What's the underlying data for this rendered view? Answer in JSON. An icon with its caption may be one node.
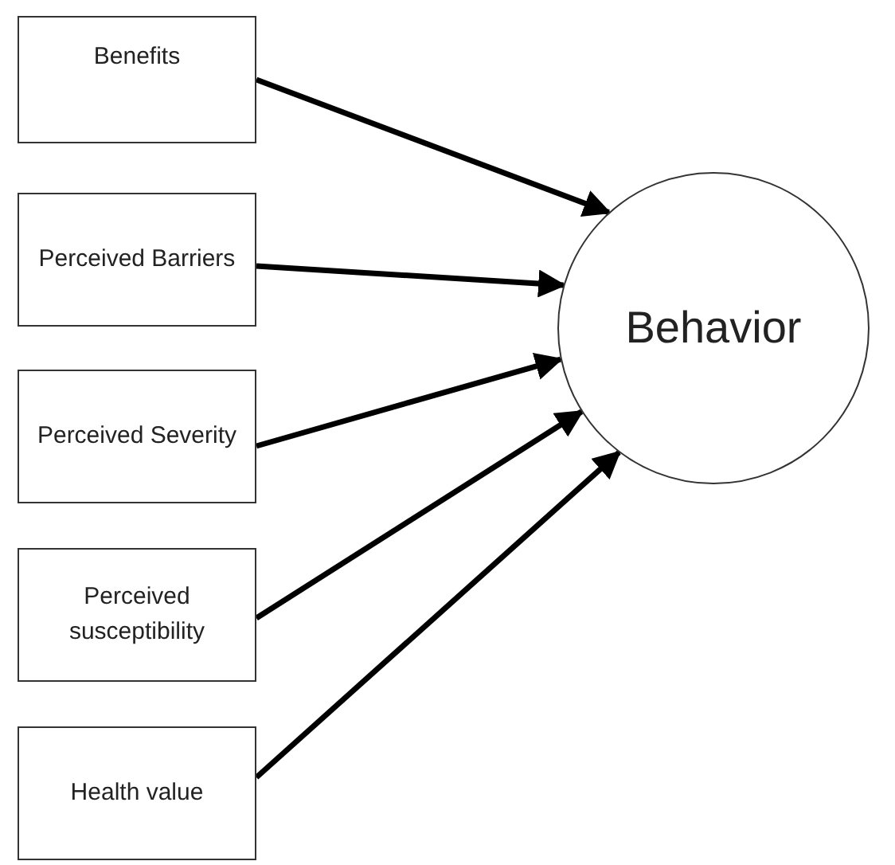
{
  "diagram": {
    "nodes": [
      {
        "text": [
          "Benefits"
        ]
      },
      {
        "text": [
          "Perceived Barriers"
        ]
      },
      {
        "text": [
          "Perceived Severity"
        ]
      },
      {
        "text": [
          "Perceived susceptibility"
        ]
      },
      {
        "text": [
          "Health value"
        ]
      },
      {
        "text": [
          "Behavior"
        ]
      }
    ],
    "edges": [
      {
        "from": 0,
        "to": 5,
        "arrow": "to"
      },
      {
        "from": 1,
        "to": 5,
        "arrow": "to"
      },
      {
        "from": 2,
        "to": 5,
        "arrow": "to"
      },
      {
        "from": 3,
        "to": 5,
        "arrow": "to"
      },
      {
        "from": 4,
        "to": 5,
        "arrow": "to"
      }
    ]
  }
}
